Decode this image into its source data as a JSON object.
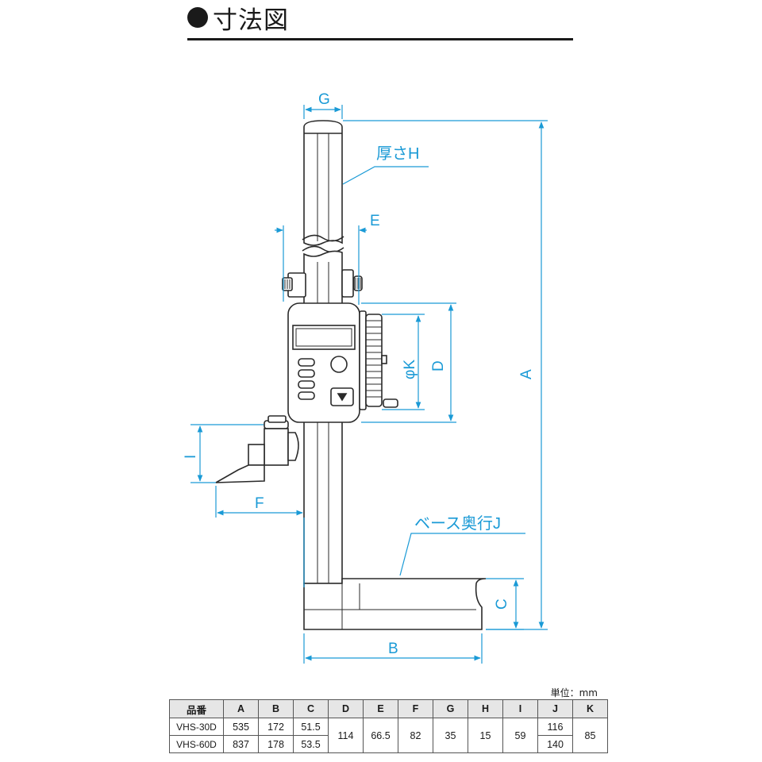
{
  "header": {
    "title": "寸法図"
  },
  "diagram": {
    "labels": {
      "A": "A",
      "B": "B",
      "C": "C",
      "D": "D",
      "E": "E",
      "F": "F",
      "G": "G",
      "I": "I",
      "K": "φK",
      "H_note": "厚さH",
      "J_note": "ベース奥行J"
    },
    "colors": {
      "dimension": "#1a9ad6",
      "outline": "#2a2a2a"
    }
  },
  "table": {
    "unit": "単位：mm",
    "headers": [
      "品番",
      "A",
      "B",
      "C",
      "D",
      "E",
      "F",
      "G",
      "H",
      "I",
      "J",
      "K"
    ],
    "rows": [
      {
        "model": "VHS-30D",
        "A": "535",
        "B": "172",
        "C": "51.5",
        "J": "116"
      },
      {
        "model": "VHS-60D",
        "A": "837",
        "B": "178",
        "C": "53.5",
        "J": "140"
      }
    ],
    "shared": {
      "D": "114",
      "E": "66.5",
      "F": "82",
      "G": "35",
      "H": "15",
      "I": "59",
      "K": "85"
    }
  }
}
